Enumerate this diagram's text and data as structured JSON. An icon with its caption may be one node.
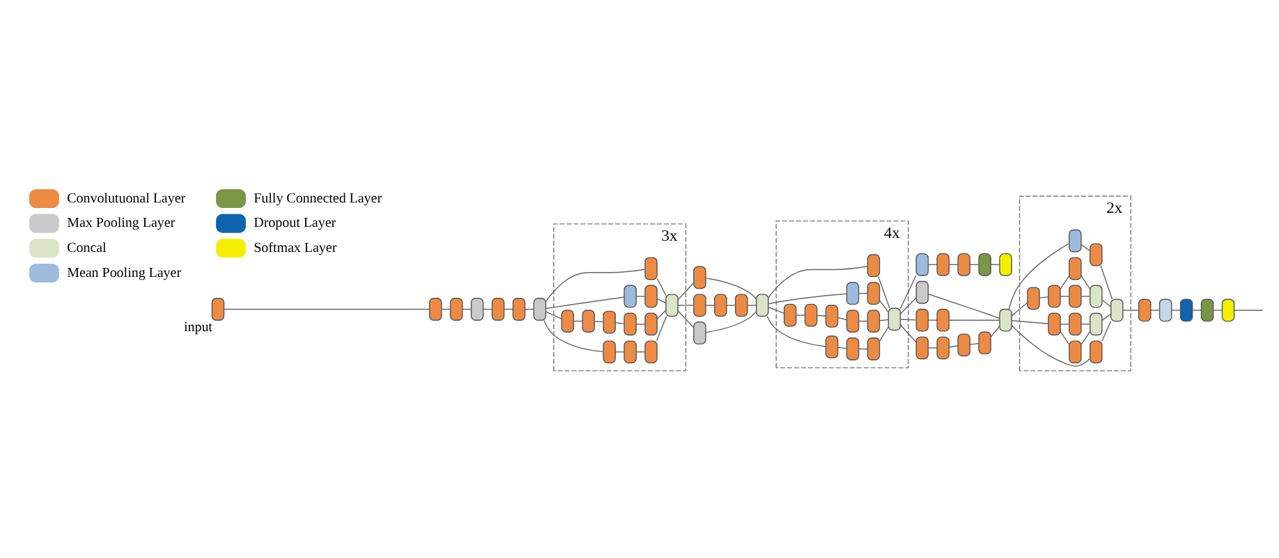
{
  "diagram": {
    "nodes": [
      {
        "text": [],
        "shape": "pill",
        "beside": [
          "input"
        ]
      },
      {
        "text": [],
        "shape": "pill"
      },
      {
        "text": [],
        "shape": "pill"
      },
      {
        "text": [],
        "shape": "pill"
      },
      {
        "text": [],
        "shape": "pill"
      },
      {
        "text": [],
        "shape": "pill"
      },
      {
        "text": [],
        "shape": "pill"
      },
      {
        "text": [
          "3x"
        ]
      },
      {
        "text": [],
        "shape": "pill",
        "in": 7
      },
      {
        "text": [],
        "shape": "pill",
        "in": 7
      },
      {
        "text": [],
        "shape": "pill",
        "in": 7
      },
      {
        "text": [],
        "shape": "pill",
        "in": 7
      },
      {
        "text": [],
        "shape": "pill",
        "in": 7
      },
      {
        "text": [],
        "shape": "pill",
        "in": 7
      },
      {
        "text": [],
        "shape": "pill",
        "in": 7
      },
      {
        "text": [],
        "shape": "pill",
        "in": 7
      },
      {
        "text": [],
        "shape": "pill",
        "in": 7
      },
      {
        "text": [],
        "shape": "pill",
        "in": 7
      },
      {
        "text": [],
        "shape": "pill",
        "in": 7
      },
      {
        "text": [],
        "shape": "pill",
        "in": 7
      },
      {
        "text": [],
        "shape": "pill"
      },
      {
        "text": [],
        "shape": "pill"
      },
      {
        "text": [],
        "shape": "pill"
      },
      {
        "text": [],
        "shape": "pill"
      },
      {
        "text": [],
        "shape": "pill"
      },
      {
        "text": [],
        "shape": "pill"
      },
      {
        "text": [
          "4x"
        ]
      },
      {
        "text": [],
        "shape": "pill",
        "in": 26
      },
      {
        "text": [],
        "shape": "pill",
        "in": 26
      },
      {
        "text": [],
        "shape": "pill",
        "in": 26
      },
      {
        "text": [],
        "shape": "pill",
        "in": 26
      },
      {
        "text": [],
        "shape": "pill",
        "in": 26
      },
      {
        "text": [],
        "shape": "pill",
        "in": 26
      },
      {
        "text": [],
        "shape": "pill",
        "in": 26
      },
      {
        "text": [],
        "shape": "pill",
        "in": 26
      },
      {
        "text": [],
        "shape": "pill",
        "in": 26
      },
      {
        "text": [],
        "shape": "pill",
        "in": 26
      },
      {
        "text": [],
        "shape": "pill",
        "in": 26
      },
      {
        "text": [],
        "shape": "pill",
        "in": 26
      },
      {
        "text": [],
        "shape": "pill"
      },
      {
        "text": [],
        "shape": "pill"
      },
      {
        "text": [],
        "shape": "pill"
      },
      {
        "text": [],
        "shape": "pill"
      },
      {
        "text": [],
        "shape": "pill"
      },
      {
        "text": [],
        "shape": "pill"
      },
      {
        "text": [],
        "shape": "pill"
      },
      {
        "text": [],
        "shape": "pill"
      },
      {
        "text": [],
        "shape": "pill"
      },
      {
        "text": [],
        "shape": "pill"
      },
      {
        "text": [],
        "shape": "pill"
      },
      {
        "text": [],
        "shape": "pill"
      },
      {
        "text": [],
        "shape": "pill"
      },
      {
        "text": [
          "2x"
        ]
      },
      {
        "text": [],
        "shape": "pill",
        "in": 52
      },
      {
        "text": [],
        "shape": "pill",
        "in": 52
      },
      {
        "text": [],
        "shape": "pill",
        "in": 52
      },
      {
        "text": [],
        "shape": "pill",
        "in": 52
      },
      {
        "text": [],
        "shape": "pill",
        "in": 52
      },
      {
        "text": [],
        "shape": "pill",
        "in": 52
      },
      {
        "text": [],
        "shape": "pill",
        "in": 52
      },
      {
        "text": [],
        "shape": "pill",
        "in": 52
      },
      {
        "text": [],
        "shape": "pill",
        "in": 52
      },
      {
        "text": [],
        "shape": "pill",
        "in": 52
      },
      {
        "text": [],
        "shape": "pill",
        "in": 52
      },
      {
        "text": [],
        "shape": "pill",
        "in": 52
      },
      {
        "text": [],
        "shape": "pill",
        "in": 52
      },
      {
        "text": [],
        "shape": "pill"
      },
      {
        "text": [],
        "shape": "pill"
      },
      {
        "text": [],
        "shape": "pill"
      },
      {
        "text": [],
        "shape": "pill"
      },
      {
        "text": [],
        "shape": "pill"
      }
    ],
    "edges": [
      {
        "from": 0,
        "to": 1,
        "arrow": "none"
      },
      {
        "from": 1,
        "to": 2,
        "arrow": "none"
      },
      {
        "from": 2,
        "to": 3,
        "arrow": "none"
      },
      {
        "from": 3,
        "to": 4,
        "arrow": "none"
      },
      {
        "from": 4,
        "to": 5,
        "arrow": "none"
      },
      {
        "from": 5,
        "to": 6,
        "arrow": "none"
      },
      {
        "from": 6,
        "to": 8,
        "arrow": "none"
      },
      {
        "from": 6,
        "to": 9,
        "arrow": "none"
      },
      {
        "from": 6,
        "to": 12,
        "arrow": "none"
      },
      {
        "from": 6,
        "to": 17,
        "arrow": "none"
      },
      {
        "from": 9,
        "to": 10,
        "arrow": "none"
      },
      {
        "from": 10,
        "to": 11,
        "arrow": "none"
      },
      {
        "from": 12,
        "to": 13,
        "arrow": "none"
      },
      {
        "from": 13,
        "to": 14,
        "arrow": "none"
      },
      {
        "from": 14,
        "to": 15,
        "arrow": "none"
      },
      {
        "from": 15,
        "to": 16,
        "arrow": "none"
      },
      {
        "from": 17,
        "to": 18,
        "arrow": "none"
      },
      {
        "from": 8,
        "to": 19,
        "arrow": "none"
      },
      {
        "from": 11,
        "to": 19,
        "arrow": "none"
      },
      {
        "from": 16,
        "to": 19,
        "arrow": "none"
      },
      {
        "from": 18,
        "to": 19,
        "arrow": "none"
      },
      {
        "from": 19,
        "to": 20,
        "arrow": "none"
      },
      {
        "from": 19,
        "to": 21,
        "arrow": "none"
      },
      {
        "from": 19,
        "to": 24,
        "arrow": "none"
      },
      {
        "from": 21,
        "to": 22,
        "arrow": "none"
      },
      {
        "from": 22,
        "to": 23,
        "arrow": "none"
      },
      {
        "from": 20,
        "to": 25,
        "arrow": "none"
      },
      {
        "from": 23,
        "to": 25,
        "arrow": "none"
      },
      {
        "from": 24,
        "to": 25,
        "arrow": "none"
      },
      {
        "from": 25,
        "to": 27,
        "arrow": "none"
      },
      {
        "from": 25,
        "to": 28,
        "arrow": "none"
      },
      {
        "from": 25,
        "to": 31,
        "arrow": "none"
      },
      {
        "from": 25,
        "to": 36,
        "arrow": "none"
      },
      {
        "from": 28,
        "to": 29,
        "arrow": "none"
      },
      {
        "from": 29,
        "to": 30,
        "arrow": "none"
      },
      {
        "from": 31,
        "to": 32,
        "arrow": "none"
      },
      {
        "from": 32,
        "to": 33,
        "arrow": "none"
      },
      {
        "from": 33,
        "to": 34,
        "arrow": "none"
      },
      {
        "from": 34,
        "to": 35,
        "arrow": "none"
      },
      {
        "from": 36,
        "to": 37,
        "arrow": "none"
      },
      {
        "from": 27,
        "to": 38,
        "arrow": "none"
      },
      {
        "from": 30,
        "to": 38,
        "arrow": "none"
      },
      {
        "from": 35,
        "to": 38,
        "arrow": "none"
      },
      {
        "from": 37,
        "to": 38,
        "arrow": "none"
      },
      {
        "from": 38,
        "to": 39,
        "arrow": "none"
      },
      {
        "from": 39,
        "to": 40,
        "arrow": "none"
      },
      {
        "from": 40,
        "to": 41,
        "arrow": "none"
      },
      {
        "from": 41,
        "to": 42,
        "arrow": "none"
      },
      {
        "from": 42,
        "to": 43,
        "arrow": "none"
      },
      {
        "from": 38,
        "to": 44,
        "arrow": "none"
      },
      {
        "from": 38,
        "to": 46,
        "arrow": "none"
      },
      {
        "from": 38,
        "to": 50,
        "arrow": "none"
      },
      {
        "from": 44,
        "to": 45,
        "arrow": "none"
      },
      {
        "from": 46,
        "to": 47,
        "arrow": "none"
      },
      {
        "from": 47,
        "to": 48,
        "arrow": "none"
      },
      {
        "from": 48,
        "to": 49,
        "arrow": "none"
      },
      {
        "from": 45,
        "to": 51,
        "arrow": "none"
      },
      {
        "from": 49,
        "to": 51,
        "arrow": "none"
      },
      {
        "from": 50,
        "to": 51,
        "arrow": "none"
      },
      {
        "from": 51,
        "to": 53,
        "arrow": "none"
      },
      {
        "from": 51,
        "to": 54,
        "arrow": "none"
      },
      {
        "from": 51,
        "to": 58,
        "arrow": "none"
      },
      {
        "from": 51,
        "to": 63,
        "arrow": "none"
      },
      {
        "from": 54,
        "to": 55,
        "arrow": "none"
      },
      {
        "from": 54,
        "to": 56,
        "arrow": "none"
      },
      {
        "from": 55,
        "to": 57,
        "arrow": "none"
      },
      {
        "from": 56,
        "to": 57,
        "arrow": "none"
      },
      {
        "from": 58,
        "to": 59,
        "arrow": "none"
      },
      {
        "from": 59,
        "to": 60,
        "arrow": "none"
      },
      {
        "from": 59,
        "to": 61,
        "arrow": "none"
      },
      {
        "from": 60,
        "to": 62,
        "arrow": "none"
      },
      {
        "from": 61,
        "to": 62,
        "arrow": "none"
      },
      {
        "from": 63,
        "to": 64,
        "arrow": "none"
      },
      {
        "from": 53,
        "to": 65,
        "arrow": "none"
      },
      {
        "from": 57,
        "to": 65,
        "arrow": "none"
      },
      {
        "from": 62,
        "to": 65,
        "arrow": "none"
      },
      {
        "from": 64,
        "to": 65,
        "arrow": "none"
      },
      {
        "from": 65,
        "to": 66,
        "arrow": "none"
      },
      {
        "from": 66,
        "to": 67,
        "arrow": "none"
      },
      {
        "from": 67,
        "to": 68,
        "arrow": "none"
      },
      {
        "from": 68,
        "to": 69,
        "arrow": "none"
      },
      {
        "from": 69,
        "to": 70,
        "arrow": "none"
      },
      {
        "from": 70,
        "to": null,
        "arrow": "none"
      }
    ],
    "legend": [
      {
        "text": "Convolutuonal Layer",
        "color": "#ed8b45"
      },
      {
        "text": "Max Pooling Layer",
        "color": "#c9c9c9"
      },
      {
        "text": "Concal",
        "color": "#dbe4c6"
      },
      {
        "text": "Mean Pooling Layer",
        "color": "#9dbbdc"
      },
      {
        "text": "Fully Connected Layer",
        "color": "#7b9646"
      },
      {
        "text": "Dropout Layer",
        "color": "#0f64ae"
      },
      {
        "text": "Softmax Layer",
        "color": "#f4ef00"
      }
    ]
  }
}
